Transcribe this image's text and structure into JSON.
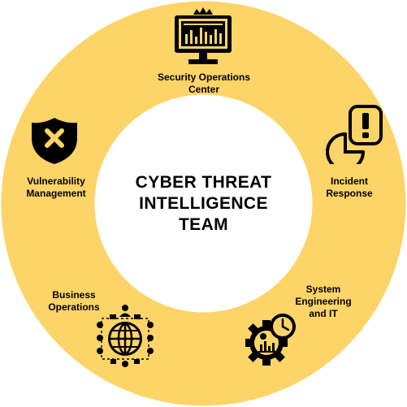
{
  "diagram": {
    "center_title": {
      "line1": "CYBER THREAT",
      "line2": "INTELLIGENCE",
      "line3": "TEAM"
    },
    "ring_color": "#fdd467",
    "segments": [
      {
        "id": "soc",
        "line1": "Security Operations",
        "line2": "Center",
        "icon": "monitor-dashboard-icon"
      },
      {
        "id": "incident",
        "line1": "Incident",
        "line2": "Response",
        "icon": "alert-pie-icon"
      },
      {
        "id": "sysEng",
        "line1": "System",
        "line2": "Engineering",
        "line3": "and IT",
        "icon": "gear-clock-icon"
      },
      {
        "id": "business",
        "line1": "Business",
        "line2": "Operations",
        "icon": "globe-network-icon"
      },
      {
        "id": "vuln",
        "line1": "Vulnerability",
        "line2": "Management",
        "icon": "shield-x-icon"
      }
    ]
  }
}
